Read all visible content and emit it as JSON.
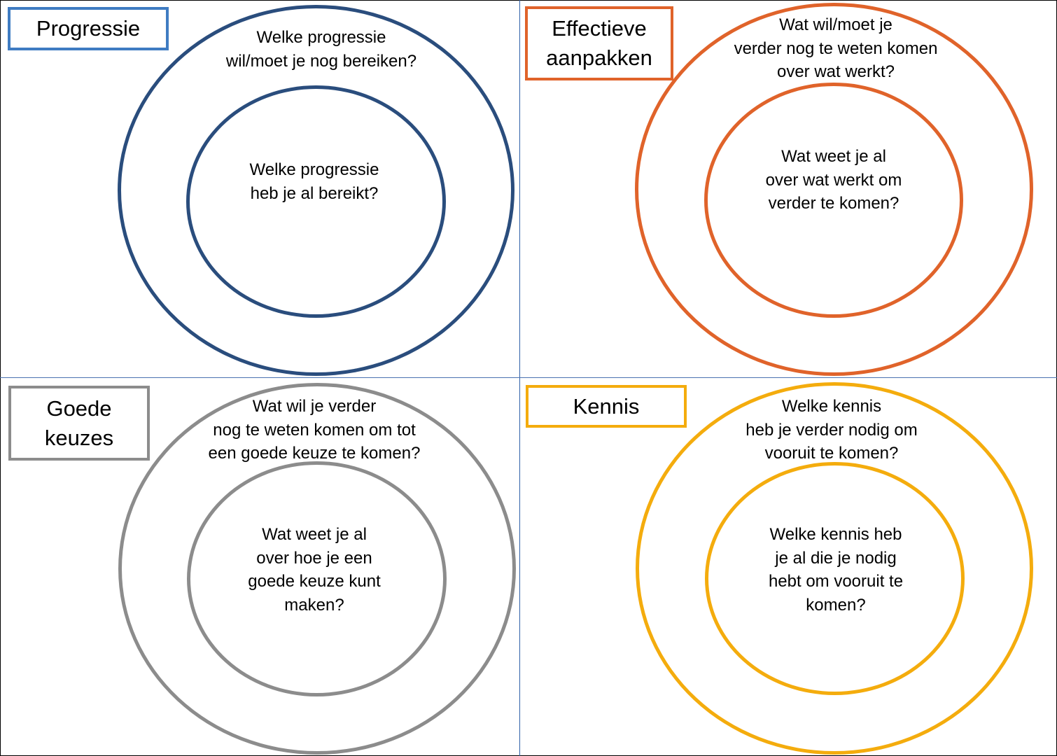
{
  "colors": {
    "progressie": "#2a4d7d",
    "progressie_label": "#3f7cc2",
    "effectieve": "#e0632a",
    "goede": "#8c8c8c",
    "kennis": "#f4ac0d"
  },
  "quadrants": [
    {
      "label": "Progressie",
      "outer_question": "Welke progressie\nwil/moet je nog bereiken?",
      "inner_question": "Welke progressie\nheb je al bereikt?"
    },
    {
      "label": "Effectieve\naanpakken",
      "outer_question": "Wat wil/moet je\nverder nog te weten komen\nover wat werkt?",
      "inner_question": "Wat weet je al\nover wat werkt om\nverder te komen?"
    },
    {
      "label": "Goede\nkeuzes",
      "outer_question": "Wat wil je verder\nnog te weten komen om tot\neen goede keuze te komen?",
      "inner_question": "Wat weet je al\nover hoe je een\ngoede keuze kunt\nmaken?"
    },
    {
      "label": "Kennis",
      "outer_question": "Welke kennis\nheb je verder nodig om\nvooruit te komen?",
      "inner_question": "Welke kennis heb\nje al die je nodig\nhebt om vooruit te\nkomen?"
    }
  ]
}
